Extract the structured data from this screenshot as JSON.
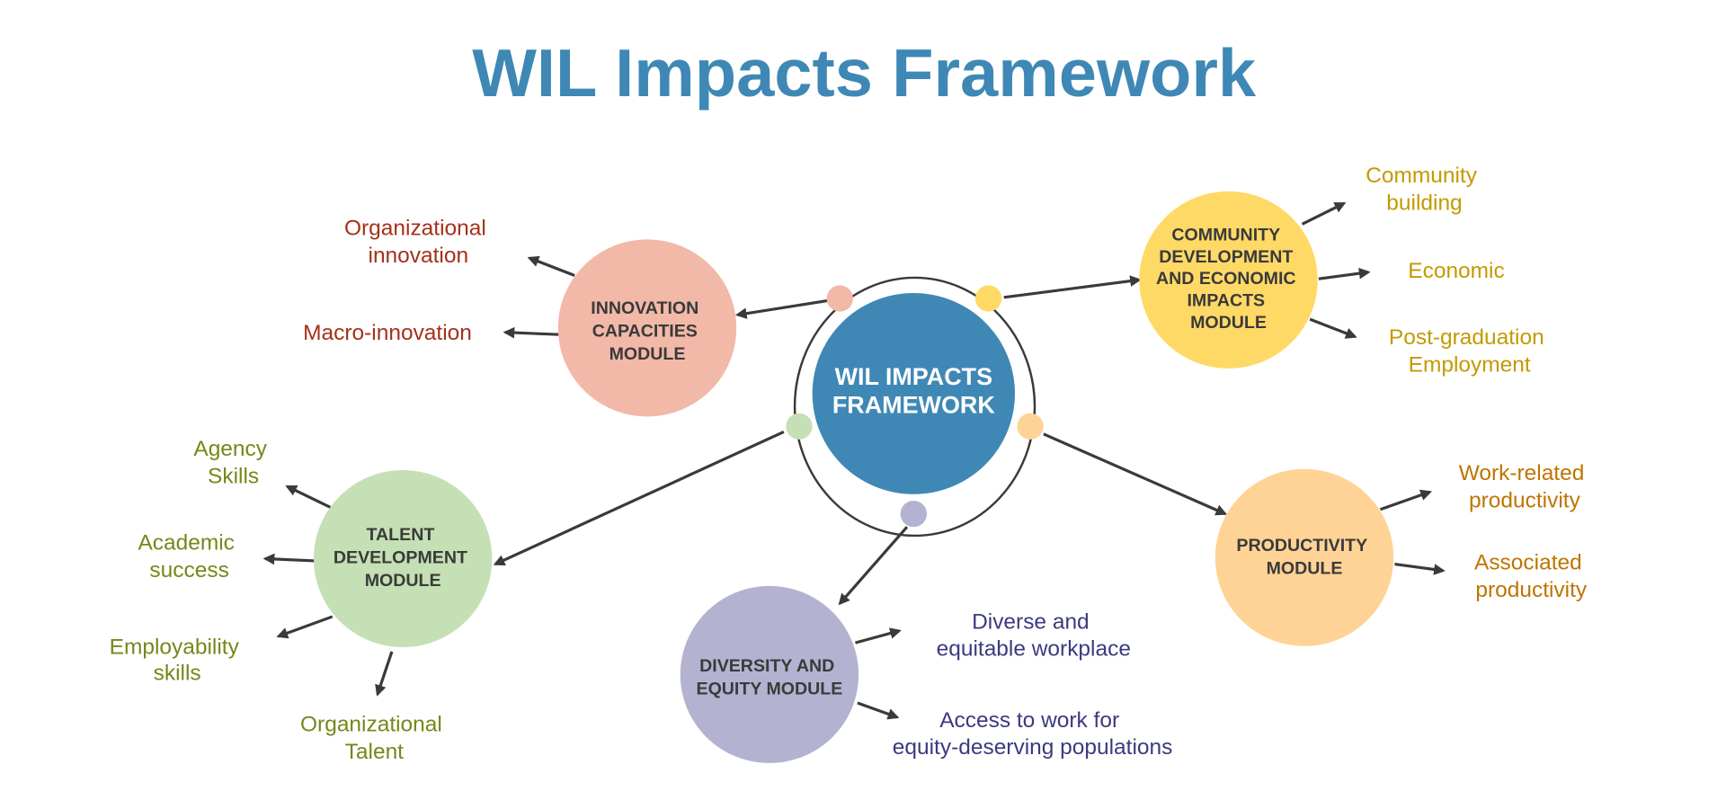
{
  "title": "WIL Impacts Framework",
  "center": {
    "line1": "WIL IMPACTS",
    "line2": "FRAMEWORK",
    "color": "#3f88b5"
  },
  "modules": {
    "innovation": {
      "lines": [
        "INNOVATION",
        "CAPACITIES",
        "MODULE"
      ],
      "color": "#f2b8a8",
      "text_color": "#a5301a",
      "outcomes": [
        [
          "Organizational",
          "innovation"
        ],
        [
          "Macro-innovation"
        ]
      ]
    },
    "community": {
      "lines": [
        "COMMUNITY",
        "DEVELOPMENT",
        "AND ECONOMIC",
        "IMPACTS",
        "MODULE"
      ],
      "color": "#ffd966",
      "text_color": "#c39a00",
      "outcomes": [
        [
          "Community",
          "building"
        ],
        [
          "Economic"
        ],
        [
          "Post-graduation",
          "Employment"
        ]
      ]
    },
    "talent": {
      "lines": [
        "TALENT",
        "DEVELOPMENT",
        "MODULE"
      ],
      "color": "#c5e0b4",
      "text_color": "#76871a",
      "outcomes": [
        [
          "Agency",
          "Skills"
        ],
        [
          "Academic",
          "success"
        ],
        [
          "Employability",
          "skills"
        ],
        [
          "Organizational",
          "Talent"
        ]
      ]
    },
    "diversity": {
      "lines": [
        "DIVERSITY AND",
        "EQUITY MODULE"
      ],
      "color": "#b3b3d1",
      "text_color": "#3b3a80",
      "outcomes": [
        [
          "Diverse and",
          "equitable workplace"
        ],
        [
          "Access to work for",
          "equity-deserving populations"
        ]
      ]
    },
    "productivity": {
      "lines": [
        "PRODUCTIVITY",
        "MODULE"
      ],
      "color": "#ffd396",
      "text_color": "#bf7400",
      "outcomes": [
        [
          "Work-related",
          "productivity"
        ],
        [
          "Associated",
          "productivity"
        ]
      ]
    }
  }
}
